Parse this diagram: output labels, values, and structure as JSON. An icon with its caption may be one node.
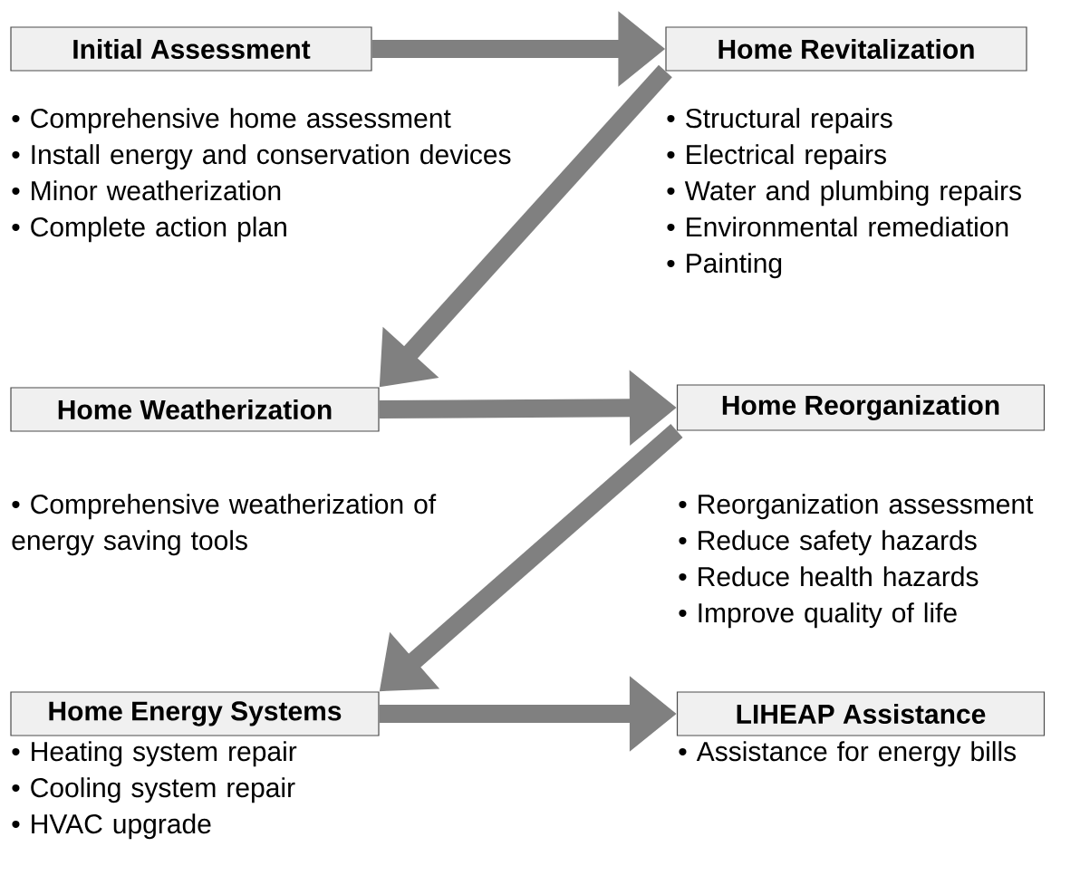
{
  "diagram": {
    "nodes": [
      {
        "text": [
          "Initial Assessment"
        ],
        "beside": [
          "• Comprehensive home assessment",
          "• Install energy and conservation devices",
          "• Minor weatherization",
          "• Complete action plan"
        ]
      },
      {
        "text": [
          "Home Revitalization"
        ],
        "beside": [
          "• Structural repairs",
          "• Electrical repairs",
          "• Water and plumbing repairs",
          "• Environmental remediation",
          "• Painting"
        ]
      },
      {
        "text": [
          "Home Weatherization"
        ],
        "beside": [
          "• Comprehensive weatherization of energy saving tools"
        ]
      },
      {
        "text": [
          "Home Reorganization"
        ],
        "beside": [
          "• Reorganization assessment",
          "• Reduce safety hazards",
          "• Reduce health hazards",
          "• Improve quality of life"
        ]
      },
      {
        "text": [
          "Home Energy Systems"
        ],
        "beside": [
          "• Heating system repair",
          "• Cooling system repair",
          "• HVAC upgrade"
        ]
      },
      {
        "text": [
          "LIHEAP Assistance"
        ],
        "beside": [
          "• Assistance for energy bills"
        ]
      }
    ],
    "edges": [
      {
        "from": 0,
        "to": 1,
        "arrow": "to"
      },
      {
        "from": 1,
        "to": 2,
        "arrow": "to"
      },
      {
        "from": 2,
        "to": 3,
        "arrow": "to"
      },
      {
        "from": 3,
        "to": 4,
        "arrow": "to"
      },
      {
        "from": 4,
        "to": 5,
        "arrow": "to"
      }
    ]
  }
}
